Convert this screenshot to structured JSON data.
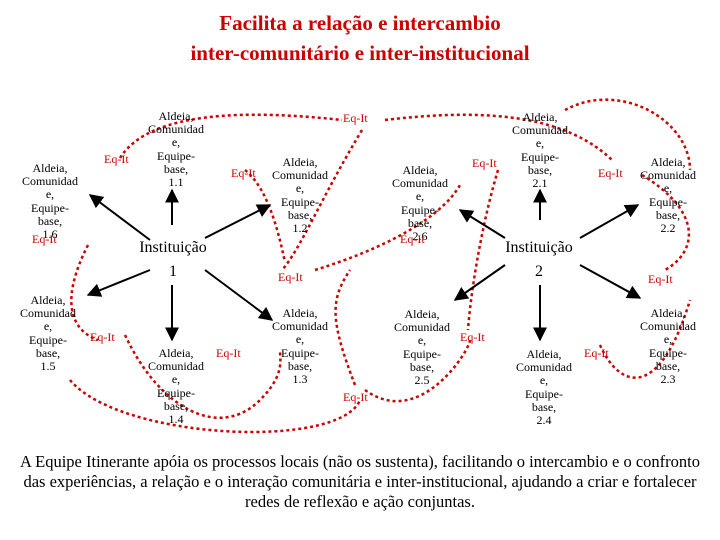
{
  "title": {
    "line1": "Facilita a relação e intercambio",
    "line2": "inter-comunitário e inter-institucional"
  },
  "colors": {
    "title": "#cc0000",
    "eq_label": "#cc0000",
    "arrow": "#000000",
    "curve": "#cc0000"
  },
  "nodes": [
    {
      "id": "n16",
      "text": "Aldeia,\nComunidad\ne,\nEquipe-\nbase,\n1.6"
    },
    {
      "id": "n15",
      "text": "Aldeia,\nComunidad\ne,\nEquipe-\nbase,\n1.5"
    },
    {
      "id": "n11",
      "text": "Aldeia,\nComunidad\ne,\nEquipe-\nbase,\n1.1"
    },
    {
      "id": "n12",
      "text": "Aldeia,\nComunidad\ne,\nEquipe-\nbase,\n1.2"
    },
    {
      "id": "n14",
      "text": "Aldeia,\nComunidad\ne,\nEquipe-\nbase,\n1.4"
    },
    {
      "id": "n13",
      "text": "Aldeia,\nComunidad\ne,\nEquipe-\nbase,\n1.3"
    },
    {
      "id": "n26",
      "text": "Aldeia,\nComunidad\ne,\nEquipe-\nbase,\n2.6"
    },
    {
      "id": "n25",
      "text": "Aldeia,\nComunidad\ne,\nEquipe-\nbase,\n2.5"
    },
    {
      "id": "n21",
      "text": "Aldeia,\nComunidad\ne,\nEquipe-\nbase,\n2.1"
    },
    {
      "id": "n22",
      "text": "Aldeia,\nComunidad\ne,\nEquipe-\nbase,\n2.2"
    },
    {
      "id": "n24",
      "text": "Aldeia,\nComunidad\ne,\nEquipe-\nbase,\n2.4"
    },
    {
      "id": "n23",
      "text": "Aldeia,\nComunidad\ne,\nEquipe-\nbase,\n2.3"
    }
  ],
  "hubs": [
    {
      "id": "h1",
      "text": "Instituição\n1"
    },
    {
      "id": "h2",
      "text": "Instituição\n2"
    }
  ],
  "eq_label": "Eq-It",
  "caption": "A Equipe Itinerante apóia os processos locais (não os sustenta), facilitando o intercambio e o confronto das experiências, a relação e o interação comunitária e inter-institucional, ajudando a criar e fortalecer redes de reflexão e ação conjuntas."
}
